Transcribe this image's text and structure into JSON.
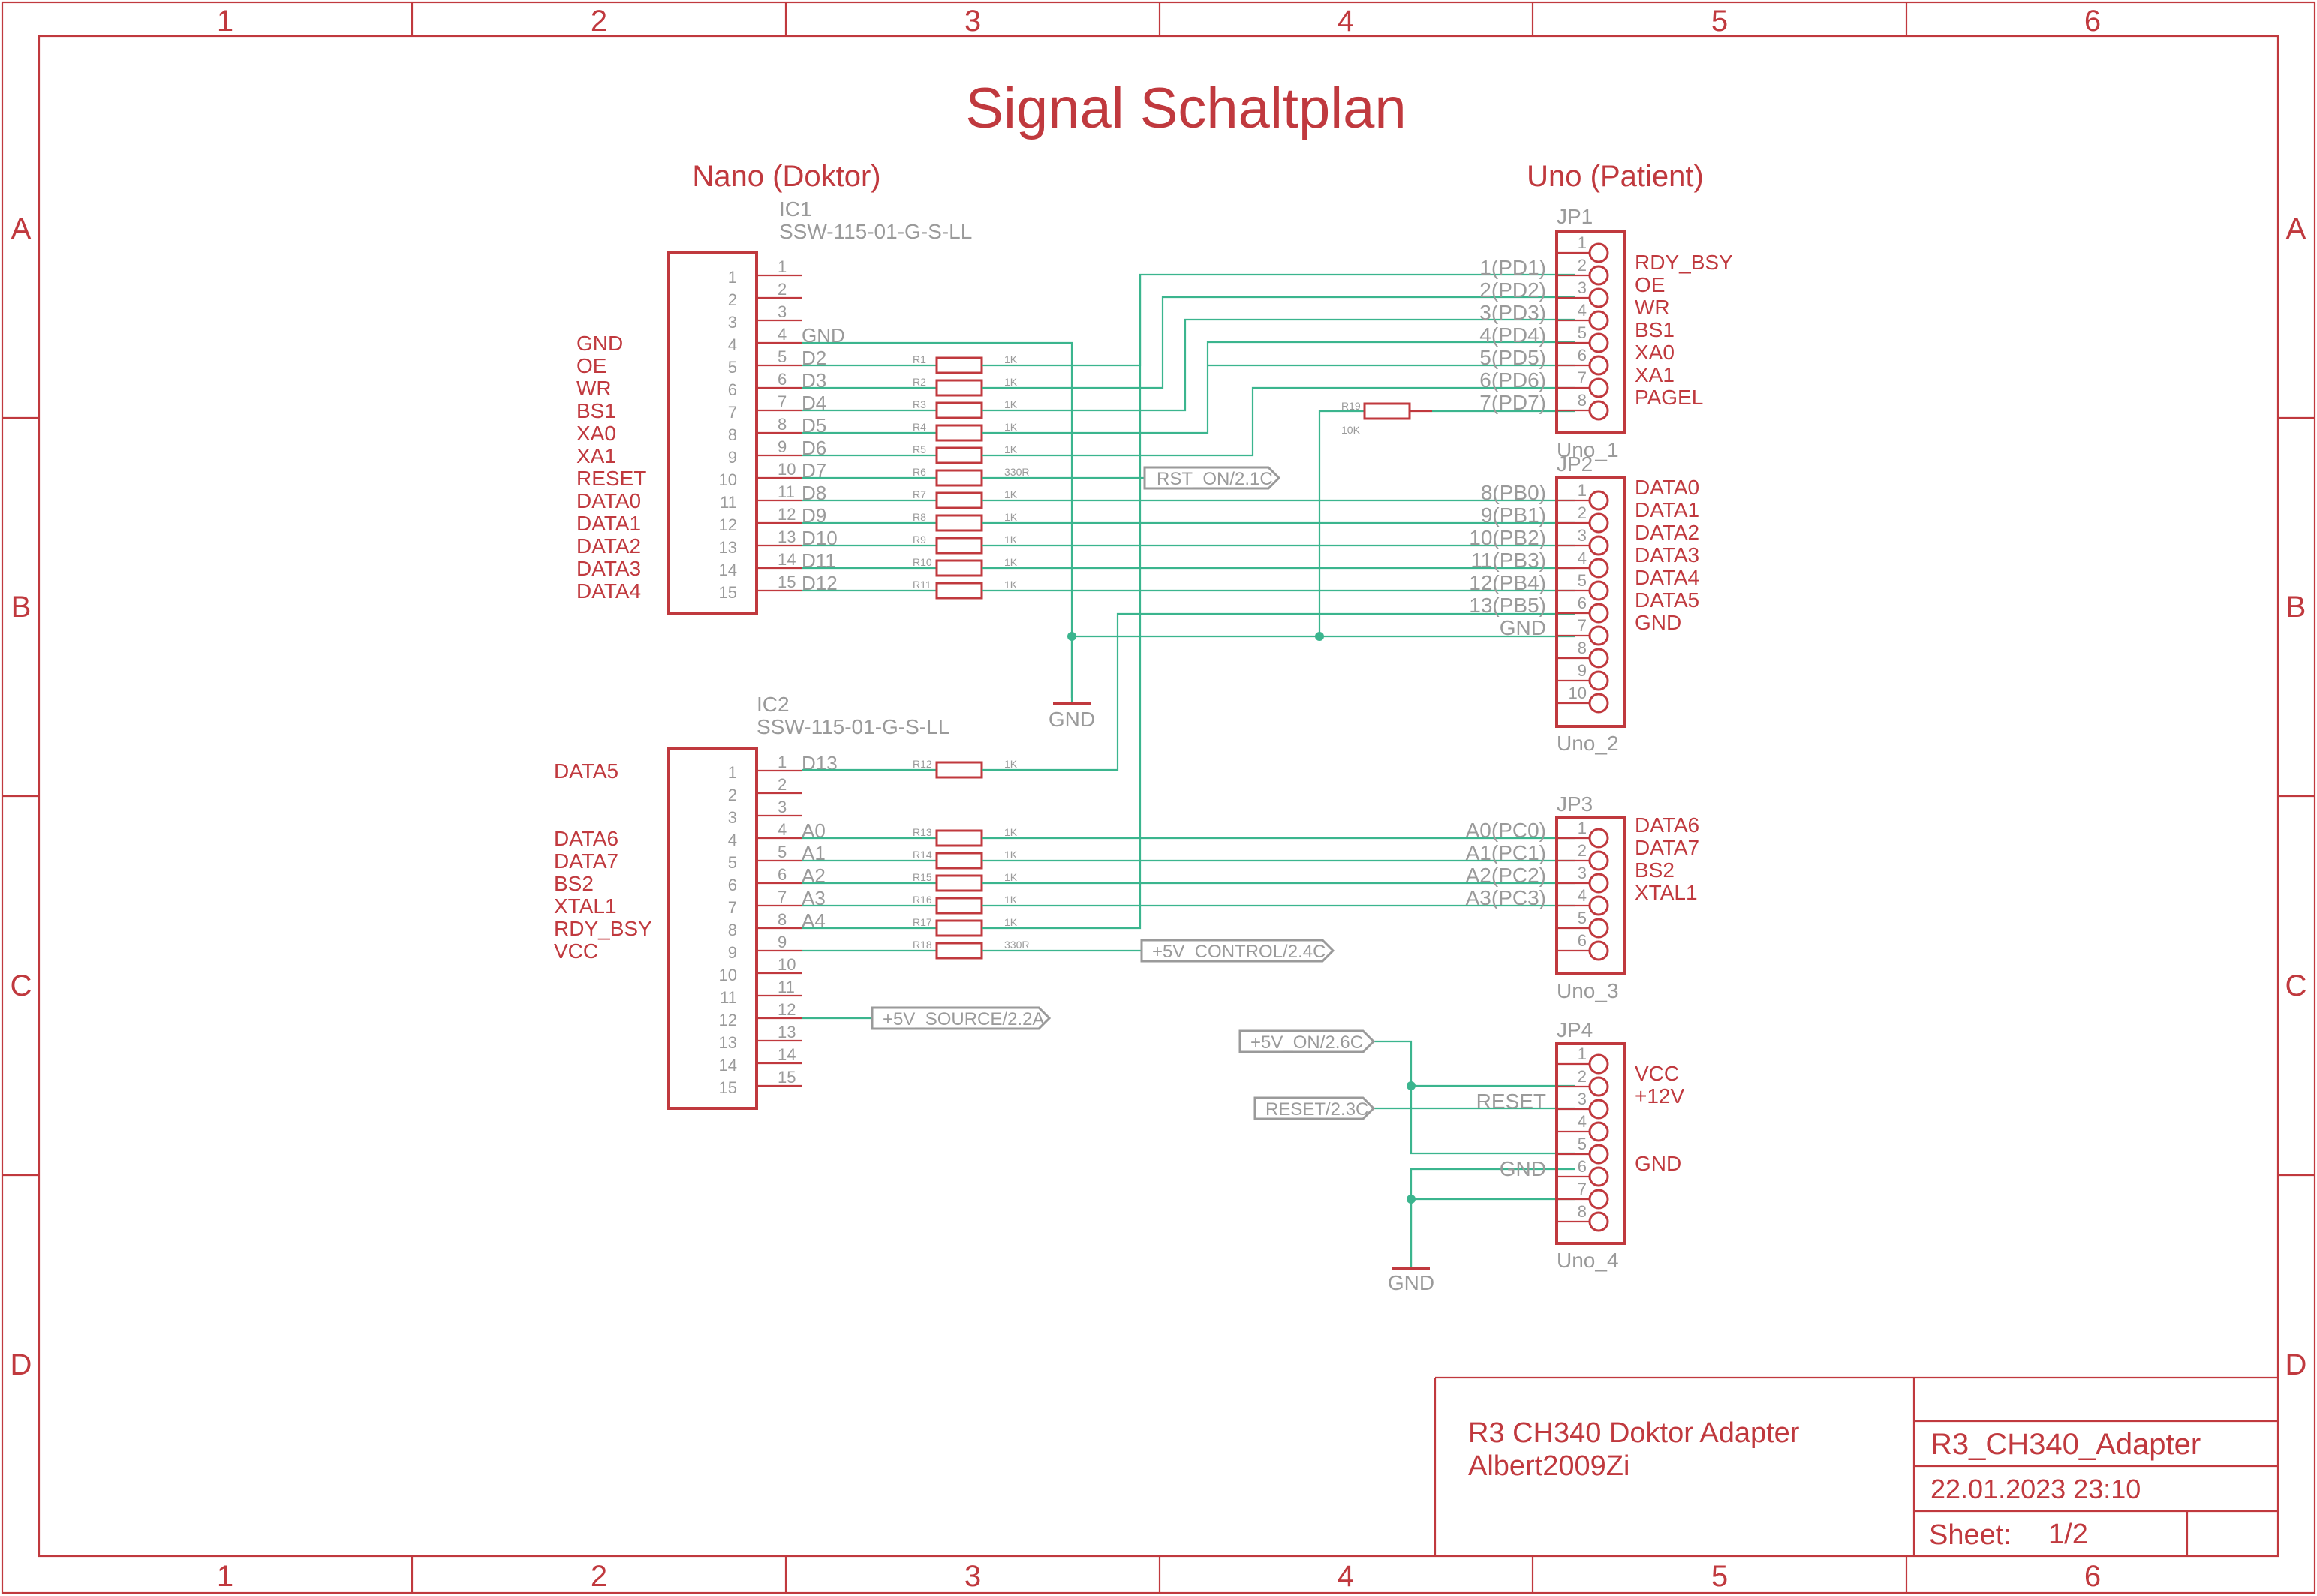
{
  "title": "Signal Schaltplan",
  "frame": {
    "columns": [
      "1",
      "2",
      "3",
      "4",
      "5",
      "6"
    ],
    "rows": [
      "A",
      "B",
      "C",
      "D"
    ]
  },
  "sections": {
    "left": "Nano (Doktor)",
    "right": "Uno (Patient)"
  },
  "ic1": {
    "ref": "IC1",
    "value": "SSW-115-01-G-S-LL",
    "pins": [
      "1",
      "2",
      "3",
      "4",
      "5",
      "6",
      "7",
      "8",
      "9",
      "10",
      "11",
      "12",
      "13",
      "14",
      "15"
    ],
    "signals": [
      "",
      "",
      "",
      "GND",
      "OE",
      "WR",
      "BS1",
      "XA0",
      "XA1",
      "RESET",
      "DATA0",
      "DATA1",
      "DATA2",
      "DATA3",
      "DATA4"
    ],
    "nets": [
      "",
      "",
      "",
      "GND",
      "D2",
      "D3",
      "D4",
      "D5",
      "D6",
      "D7",
      "D8",
      "D9",
      "D10",
      "D11",
      "D12"
    ]
  },
  "ic2": {
    "ref": "IC2",
    "value": "SSW-115-01-G-S-LL",
    "pins": [
      "1",
      "2",
      "3",
      "4",
      "5",
      "6",
      "7",
      "8",
      "9",
      "10",
      "11",
      "12",
      "13",
      "14",
      "15"
    ],
    "signals": [
      "DATA5",
      "",
      "",
      "DATA6",
      "DATA7",
      "BS2",
      "XTAL1",
      "RDY_BSY",
      "VCC",
      "",
      "",
      "",
      "",
      "",
      ""
    ],
    "nets": [
      "D13",
      "",
      "",
      "A0",
      "A1",
      "A2",
      "A3",
      "A4",
      "",
      "",
      "",
      "",
      "",
      "",
      ""
    ]
  },
  "resistors": [
    {
      "ref": "R1",
      "value": "1K"
    },
    {
      "ref": "R2",
      "value": "1K"
    },
    {
      "ref": "R3",
      "value": "1K"
    },
    {
      "ref": "R4",
      "value": "1K"
    },
    {
      "ref": "R5",
      "value": "1K"
    },
    {
      "ref": "R6",
      "value": "330R"
    },
    {
      "ref": "R7",
      "value": "1K"
    },
    {
      "ref": "R8",
      "value": "1K"
    },
    {
      "ref": "R9",
      "value": "1K"
    },
    {
      "ref": "R10",
      "value": "1K"
    },
    {
      "ref": "R11",
      "value": "1K"
    },
    {
      "ref": "R12",
      "value": "1K"
    },
    {
      "ref": "R13",
      "value": "1K"
    },
    {
      "ref": "R14",
      "value": "1K"
    },
    {
      "ref": "R15",
      "value": "1K"
    },
    {
      "ref": "R16",
      "value": "1K"
    },
    {
      "ref": "R17",
      "value": "1K"
    },
    {
      "ref": "R18",
      "value": "330R"
    },
    {
      "ref": "R19",
      "value": "10K"
    }
  ],
  "jp1": {
    "ref": "JP1",
    "name": "Uno_1",
    "pins": [
      "1",
      "2",
      "3",
      "4",
      "5",
      "6",
      "7",
      "8"
    ],
    "signals": [
      "",
      "RDY_BSY",
      "OE",
      "WR",
      "BS1",
      "XA0",
      "XA1",
      "PAGEL"
    ],
    "nets": [
      "",
      "1(PD1)",
      "2(PD2)",
      "3(PD3)",
      "4(PD4)",
      "5(PD5)",
      "6(PD6)",
      "7(PD7)"
    ]
  },
  "jp2": {
    "ref": "JP2",
    "name": "Uno_2",
    "pins": [
      "1",
      "2",
      "3",
      "4",
      "5",
      "6",
      "7",
      "8",
      "9",
      "10"
    ],
    "signals": [
      "DATA0",
      "DATA1",
      "DATA2",
      "DATA3",
      "DATA4",
      "DATA5",
      "GND",
      "",
      "",
      ""
    ],
    "nets": [
      "8(PB0)",
      "9(PB1)",
      "10(PB2)",
      "11(PB3)",
      "12(PB4)",
      "13(PB5)",
      "GND",
      "",
      "",
      ""
    ]
  },
  "jp3": {
    "ref": "JP3",
    "name": "Uno_3",
    "pins": [
      "1",
      "2",
      "3",
      "4",
      "5",
      "6"
    ],
    "signals": [
      "DATA6",
      "DATA7",
      "BS2",
      "XTAL1",
      "",
      ""
    ],
    "nets": [
      "A0(PC0)",
      "A1(PC1)",
      "A2(PC2)",
      "A3(PC3)",
      "",
      ""
    ]
  },
  "jp4": {
    "ref": "JP4",
    "name": "Uno_4",
    "pins": [
      "1",
      "2",
      "3",
      "4",
      "5",
      "6",
      "7",
      "8"
    ],
    "signals": [
      "",
      "VCC",
      "+12V",
      "",
      "",
      "GND",
      "",
      ""
    ],
    "nets": [
      "",
      "",
      "RESET",
      "",
      "",
      "GND",
      "",
      ""
    ]
  },
  "net_labels": {
    "rst_on": "RST_ON/2.1C",
    "control": "+5V_CONTROL/2.4C",
    "source": "+5V_SOURCE/2.2A",
    "v5_on": "+5V_ON/2.6C",
    "reset": "RESET/2.3C"
  },
  "gnd_symbols": [
    "GND",
    "GND"
  ],
  "title_block": {
    "description": "R3 CH340 Doktor Adapter",
    "author": "Albert2009Zi",
    "drawing_name": "R3_CH340_Adapter",
    "date": "22.01.2023 23:10",
    "sheet_label": "Sheet:",
    "sheet_value": "1/2"
  },
  "colors": {
    "symbol": "#c0393e",
    "wire": "#3bb58e",
    "annotation": "#9a9a9a"
  }
}
